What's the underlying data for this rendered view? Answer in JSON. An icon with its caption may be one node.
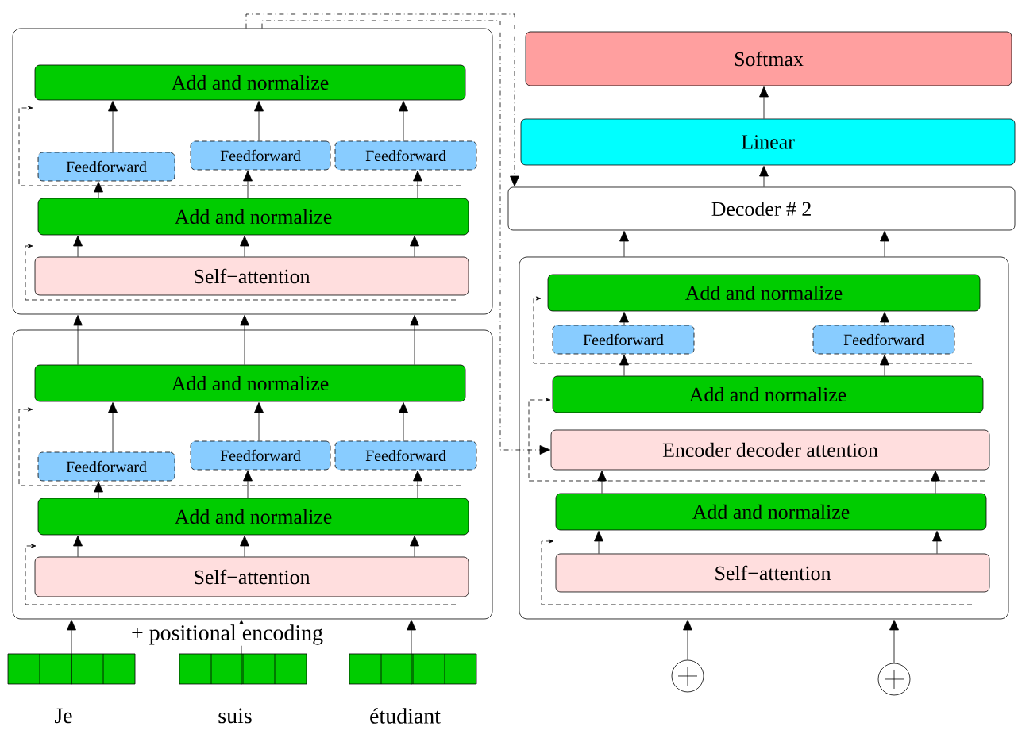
{
  "diagram": {
    "nodes": [
      {
        "text": [],
        "shape": "box"
      },
      {
        "text": [
          "Add and normalize"
        ],
        "in": 0
      },
      {
        "text": [
          "Feedforward"
        ],
        "in": 0
      },
      {
        "text": [
          "Feedforward"
        ],
        "in": 0
      },
      {
        "text": [
          "Feedforward"
        ],
        "in": 0
      },
      {
        "text": [
          "Add and normalize"
        ],
        "in": 0
      },
      {
        "text": [
          "Self−attention"
        ],
        "in": 0
      },
      {
        "text": [],
        "shape": "box"
      },
      {
        "text": [
          "Add and normalize"
        ],
        "in": 7
      },
      {
        "text": [
          "Feedforward"
        ],
        "in": 7
      },
      {
        "text": [
          "Feedforward"
        ],
        "in": 7
      },
      {
        "text": [
          "Feedforward"
        ],
        "in": 7
      },
      {
        "text": [
          "Add and normalize"
        ],
        "in": 7
      },
      {
        "text": [
          "Self−attention"
        ],
        "in": 7
      },
      {
        "text": [
          "Softmax"
        ]
      },
      {
        "text": [
          "Linear"
        ]
      },
      {
        "text": [
          "Decoder # 2"
        ]
      },
      {
        "text": [],
        "shape": "box"
      },
      {
        "text": [
          "Add and normalize"
        ],
        "in": 17
      },
      {
        "text": [
          "Feedforward"
        ],
        "in": 17
      },
      {
        "text": [
          "Feedforward"
        ],
        "in": 17
      },
      {
        "text": [
          "Add and normalize"
        ],
        "in": 17
      },
      {
        "text": [
          "Encoder decoder attention"
        ],
        "in": 17
      },
      {
        "text": [
          "Add and normalize"
        ],
        "in": 17
      },
      {
        "text": [
          "Self−attention"
        ],
        "in": 17
      },
      {
        "text": [],
        "shape": "bar",
        "beside": [
          "Je"
        ]
      },
      {
        "text": [],
        "shape": "bar",
        "beside": [
          "suis"
        ]
      },
      {
        "text": [],
        "shape": "bar",
        "beside": [
          "étudiant"
        ]
      },
      {
        "text": [],
        "shape": "circle"
      },
      {
        "text": [],
        "shape": "circle"
      }
    ],
    "edges": [
      {
        "from": 25,
        "to": 7,
        "arrow": "to"
      },
      {
        "from": 26,
        "to": 7,
        "arrow": "to"
      },
      {
        "from": 27,
        "to": 7,
        "arrow": "to"
      },
      {
        "from": 13,
        "to": 12,
        "arrow": "to"
      },
      {
        "from": 13,
        "to": 12,
        "arrow": "to"
      },
      {
        "from": 13,
        "to": 12,
        "arrow": "to"
      },
      {
        "from": 12,
        "to": 9,
        "arrow": "to"
      },
      {
        "from": 12,
        "to": 10,
        "arrow": "to"
      },
      {
        "from": 12,
        "to": 11,
        "arrow": "to"
      },
      {
        "from": 9,
        "to": 8,
        "arrow": "to"
      },
      {
        "from": 10,
        "to": 8,
        "arrow": "to"
      },
      {
        "from": 11,
        "to": 8,
        "arrow": "to"
      },
      {
        "from": 8,
        "to": 0,
        "arrow": "to"
      },
      {
        "from": 8,
        "to": 0,
        "arrow": "to"
      },
      {
        "from": 8,
        "to": 0,
        "arrow": "to"
      },
      {
        "from": 6,
        "to": 5,
        "arrow": "to"
      },
      {
        "from": 6,
        "to": 5,
        "arrow": "to"
      },
      {
        "from": 6,
        "to": 5,
        "arrow": "to"
      },
      {
        "from": 5,
        "to": 2,
        "arrow": "to"
      },
      {
        "from": 5,
        "to": 3,
        "arrow": "to"
      },
      {
        "from": 5,
        "to": 4,
        "arrow": "to"
      },
      {
        "from": 2,
        "to": 1,
        "arrow": "to"
      },
      {
        "from": 3,
        "to": 1,
        "arrow": "to"
      },
      {
        "from": 4,
        "to": 1,
        "arrow": "to"
      },
      {
        "from": 0,
        "to": 16,
        "arrow": "to",
        "style": "dashed"
      },
      {
        "from": 0,
        "to": 22,
        "arrow": "to",
        "style": "dashed"
      },
      {
        "from": 28,
        "to": 17,
        "arrow": "to"
      },
      {
        "from": 29,
        "to": 17,
        "arrow": "to"
      },
      {
        "from": 24,
        "to": 23,
        "arrow": "to"
      },
      {
        "from": 24,
        "to": 23,
        "arrow": "to"
      },
      {
        "from": 23,
        "to": 22,
        "arrow": "to"
      },
      {
        "from": 23,
        "to": 22,
        "arrow": "to"
      },
      {
        "from": 21,
        "to": 19,
        "arrow": "to"
      },
      {
        "from": 21,
        "to": 20,
        "arrow": "to"
      },
      {
        "from": 19,
        "to": 18,
        "arrow": "to"
      },
      {
        "from": 20,
        "to": 18,
        "arrow": "to"
      },
      {
        "from": 17,
        "to": 16,
        "arrow": "to"
      },
      {
        "from": 17,
        "to": 16,
        "arrow": "to"
      },
      {
        "from": 16,
        "to": 15,
        "arrow": "to"
      },
      {
        "from": 15,
        "to": 14,
        "arrow": "to"
      }
    ],
    "labels": [
      "+ positional encoding"
    ]
  }
}
